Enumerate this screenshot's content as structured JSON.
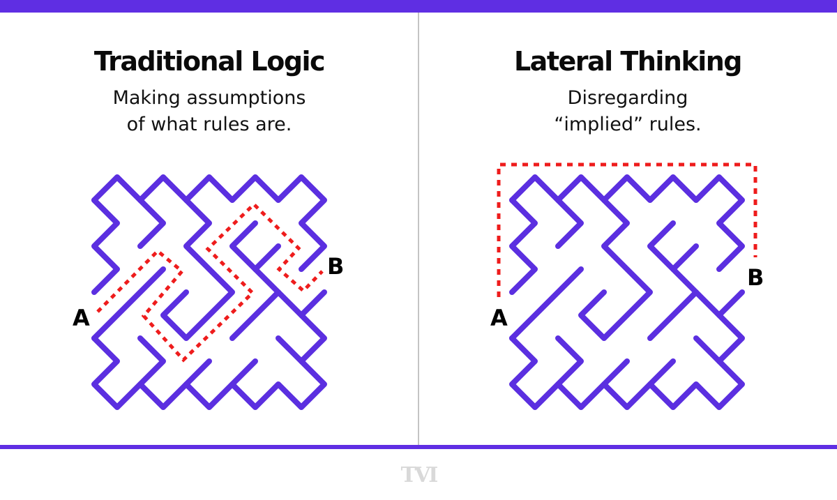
{
  "colors": {
    "accent": "#5f2ee3",
    "maze_wall": "#5b2fe0",
    "path": "#ee1c1c",
    "divider": "#c4c4c4",
    "logo": "#d9d9d9"
  },
  "panels": [
    {
      "title": "Traditional Logic",
      "subtitle_lines": [
        "Making assumptions",
        "of what rules are."
      ],
      "start_label": "A",
      "end_label": "B",
      "path_description": "winding path through the maze corridors"
    },
    {
      "title": "Lateral Thinking",
      "subtitle_lines": [
        "Disregarding",
        "“implied” rules."
      ],
      "start_label": "A",
      "end_label": "B",
      "path_description": "path goes around the outside of the maze"
    }
  ],
  "logo": {
    "text": "TVI"
  }
}
